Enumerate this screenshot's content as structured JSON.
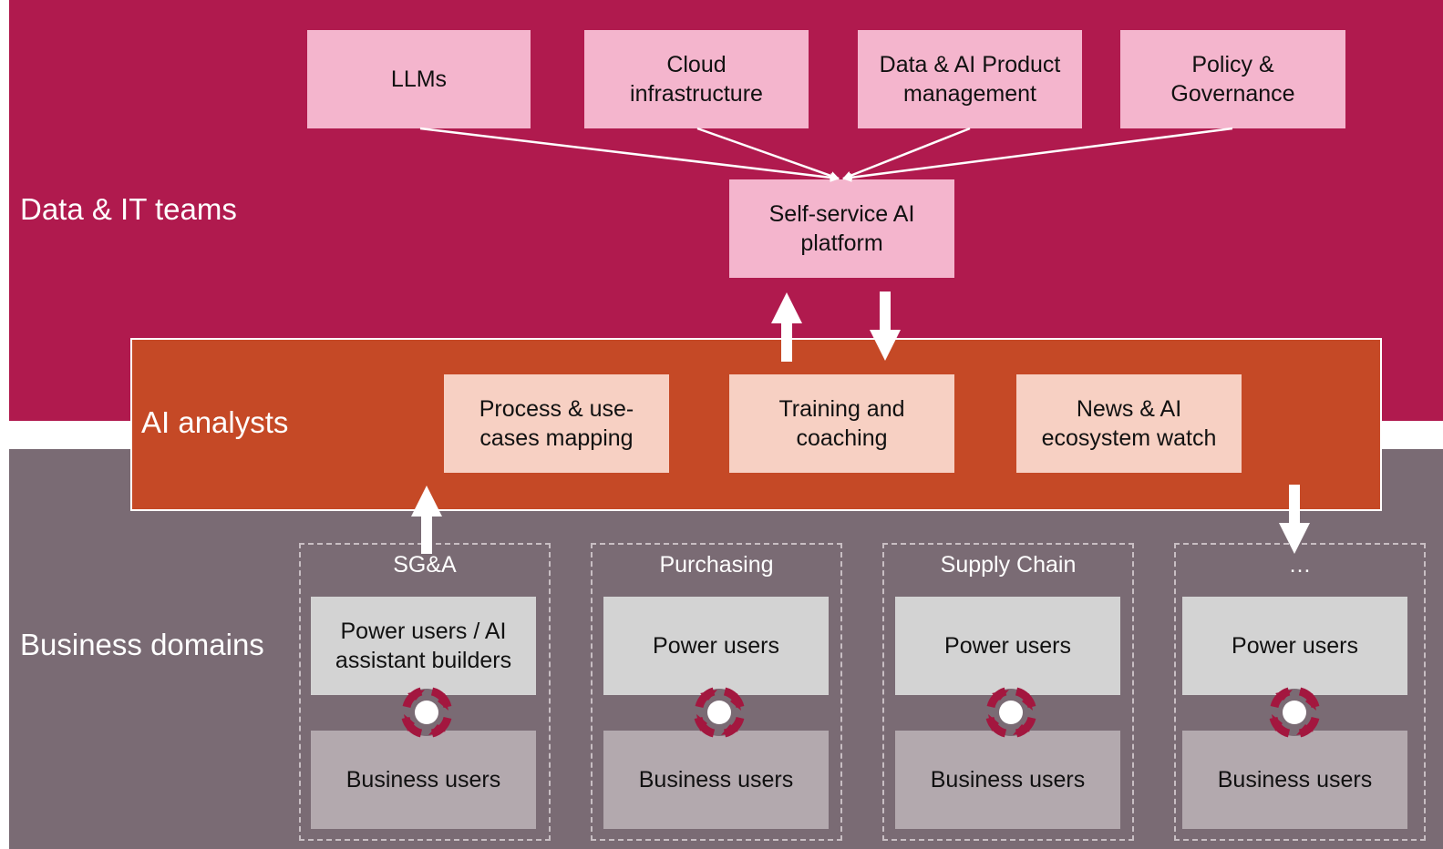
{
  "colors": {
    "data_it_band": "#b01a4e",
    "business_band": "#7a6b74",
    "analyst_band": "#c54926",
    "pink_box": "#f4b5cd",
    "peach_box": "#f7d0c3",
    "power_box": "#d3d3d3",
    "business_box": "#b3a9ae",
    "cycle_icon": "#a3173f"
  },
  "layers": {
    "data_it": {
      "label": "Data & IT teams",
      "inputs": [
        {
          "line1": "LLMs",
          "line2": ""
        },
        {
          "line1": "Cloud",
          "line2": "infrastructure"
        },
        {
          "line1": "Data & AI Product",
          "line2": "management"
        },
        {
          "line1": "Policy &",
          "line2": "Governance"
        }
      ],
      "platform": {
        "line1": "Self-service AI",
        "line2": "platform"
      }
    },
    "ai_analysts": {
      "label": "AI analysts",
      "activities": [
        {
          "line1": "Process & use-",
          "line2": "cases mapping"
        },
        {
          "line1": "Training and",
          "line2": "coaching"
        },
        {
          "line1": "News & AI",
          "line2": "ecosystem watch"
        }
      ]
    },
    "business": {
      "label": "Business domains",
      "domains": [
        {
          "title": "SG&A",
          "power": {
            "line1": "Power users / AI",
            "line2": "assistant builders"
          },
          "business": "Business users"
        },
        {
          "title": "Purchasing",
          "power": {
            "line1": "Power users",
            "line2": ""
          },
          "business": "Business users"
        },
        {
          "title": "Supply Chain",
          "power": {
            "line1": "Power users",
            "line2": ""
          },
          "business": "Business users"
        },
        {
          "title": "…",
          "power": {
            "line1": "Power users",
            "line2": ""
          },
          "business": "Business users"
        }
      ]
    }
  },
  "icons": {
    "cycle": "cycle-arrows-icon",
    "flow_up": "arrow-up-icon",
    "flow_down": "arrow-down-icon"
  }
}
